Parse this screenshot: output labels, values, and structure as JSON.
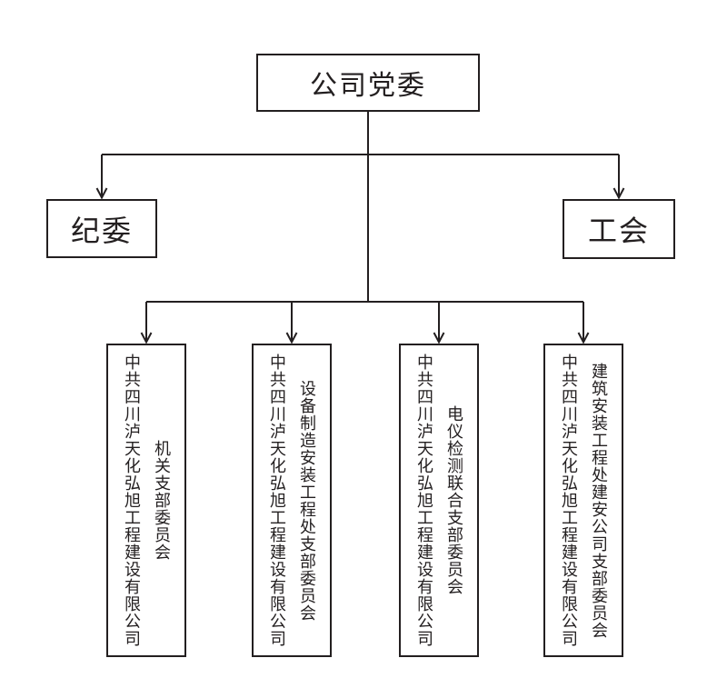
{
  "page": {
    "background": "#ffffff"
  },
  "colors": {
    "line": "#231f20",
    "box_border": "#231f20",
    "text": "#231f20",
    "background": "#ffffff"
  },
  "org_chart": {
    "root": {
      "label": "公司党委"
    },
    "level2": [
      {
        "label": "纪委"
      },
      {
        "label": "工会"
      }
    ],
    "branches": [
      {
        "company": "中共四川泸天化弘旭工程建设有限公司",
        "branch": "机关支部委员会"
      },
      {
        "company": "中共四川泸天化弘旭工程建设有限公司",
        "branch": "设备制造安装工程处支部委员会"
      },
      {
        "company": "中共四川泸天化弘旭工程建设有限公司",
        "branch": "电仪检测联合支部委员会"
      },
      {
        "company": "中共四川泸天化弘旭工程建设有限公司",
        "branch": "建筑安装工程处建安公司支部委员会"
      }
    ]
  }
}
